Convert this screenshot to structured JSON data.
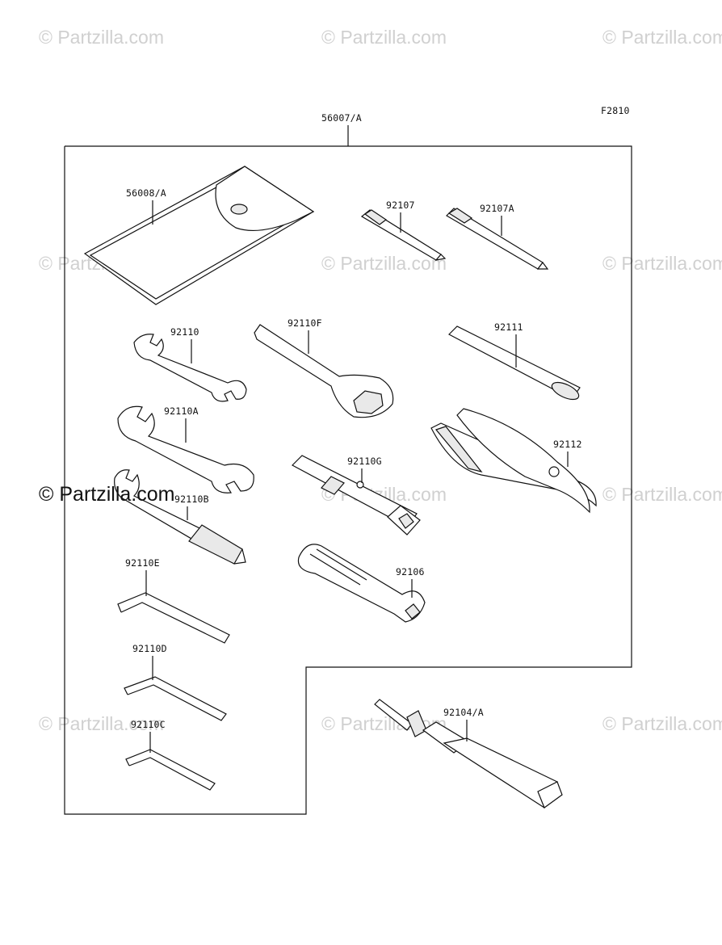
{
  "figure_code": "F2810",
  "watermark_text": "© Partzilla.com",
  "parts": {
    "kit": "56007/A",
    "pouch": "56008/A",
    "driver_1": "92107",
    "driver_2": "92107A",
    "wrench": "92110",
    "box_wrench": "92110F",
    "handle": "92111",
    "wrench_a": "92110A",
    "pliers": "92112",
    "socket": "92110G",
    "spanner": "92110B",
    "hex_e": "92110E",
    "grip": "92106",
    "hex_d": "92110D",
    "grease": "92104/A",
    "hex_c": "92110C"
  }
}
